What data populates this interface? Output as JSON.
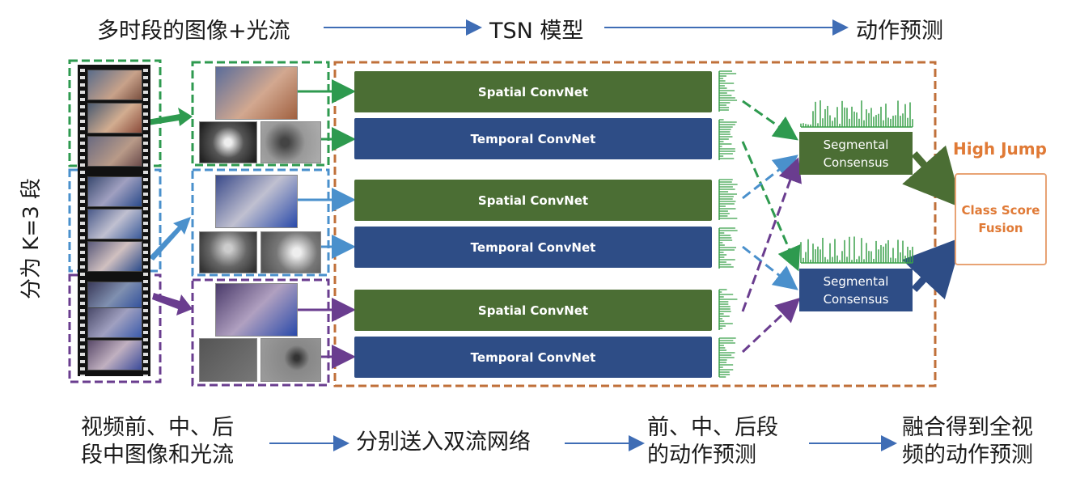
{
  "top_flow": {
    "step1": "多时段的图像+光流",
    "step2": "TSN 模型",
    "step3": "动作预测"
  },
  "side_label": "分为 K=3 段",
  "networks": {
    "spatial": "Spatial ConvNet",
    "temporal": "Temporal ConvNet"
  },
  "consensus": {
    "line1": "Segmental",
    "line2": "Consensus"
  },
  "result": {
    "label": "High Jump",
    "fusion_line1": "Class Score",
    "fusion_line2": "Fusion"
  },
  "bottom_flow": {
    "step1_line1": "视频前、中、后",
    "step1_line2": "段中图像和光流",
    "step2": "分别送入双流网络",
    "step3_line1": "前、中、后段",
    "step3_line2": "的动作预测",
    "step4_line1": "融合得到全视",
    "step4_line2": "频的动作预测"
  },
  "colors": {
    "green": "#2e9a4f",
    "blue": "#4a90cc",
    "purple": "#6a3d8f",
    "orange": "#c0703a",
    "spatial_box": "#4b6e34",
    "temporal_box": "#2e4d86",
    "arrow_blue": "#3f6db5"
  }
}
